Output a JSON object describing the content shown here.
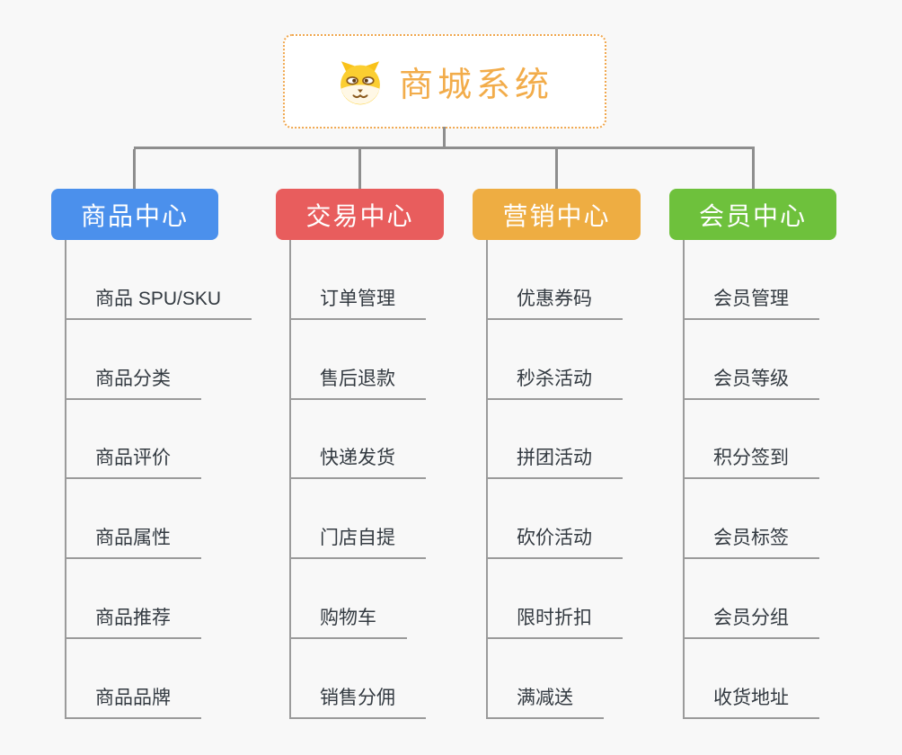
{
  "root": {
    "title": "商城系统",
    "icon": "dog-face-icon",
    "title_color": "#F2AC4A",
    "border_color": "#F0A74E",
    "background": "#ffffff"
  },
  "branches": [
    {
      "label": "商品中心",
      "color": "#4B90EC",
      "items": [
        "商品 SPU/SKU",
        "商品分类",
        "商品评价",
        "商品属性",
        "商品推荐",
        "商品品牌"
      ]
    },
    {
      "label": "交易中心",
      "color": "#E85D5D",
      "items": [
        "订单管理",
        "售后退款",
        "快递发货",
        "门店自提",
        "购物车",
        "销售分佣"
      ]
    },
    {
      "label": "营销中心",
      "color": "#EEAD42",
      "items": [
        "优惠券码",
        "秒杀活动",
        "拼团活动",
        "砍价活动",
        "限时折扣",
        "满减送"
      ]
    },
    {
      "label": "会员中心",
      "color": "#6EC13C",
      "items": [
        "会员管理",
        "会员等级",
        "积分签到",
        "会员标签",
        "会员分组",
        "收货地址"
      ]
    }
  ],
  "colors": {
    "canvas_background": "#f8f8f8",
    "connector": "#8E8E8E",
    "item_line": "#9B9B9B",
    "item_text": "#333A41",
    "branch_text": "#ffffff"
  }
}
